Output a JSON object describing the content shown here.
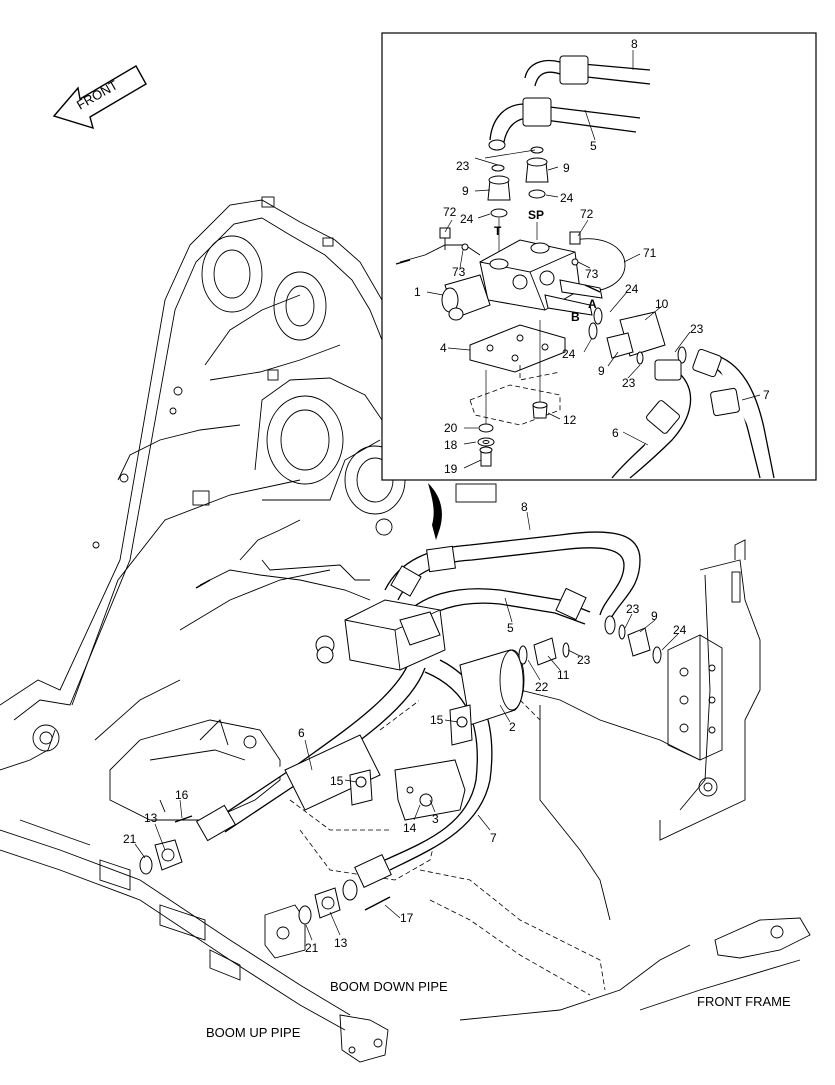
{
  "direction_arrow": {
    "label": "FRONT"
  },
  "callouts": {
    "inset": [
      {
        "id": "i8",
        "text": "8"
      },
      {
        "id": "i5",
        "text": "5"
      },
      {
        "id": "i23a",
        "text": "23"
      },
      {
        "id": "i9a",
        "text": "9"
      },
      {
        "id": "i9b",
        "text": "9"
      },
      {
        "id": "i24a",
        "text": "24"
      },
      {
        "id": "i24b",
        "text": "24"
      },
      {
        "id": "i72a",
        "text": "72"
      },
      {
        "id": "i72b",
        "text": "72"
      },
      {
        "id": "i71",
        "text": "71"
      },
      {
        "id": "i73a",
        "text": "73"
      },
      {
        "id": "i73b",
        "text": "73"
      },
      {
        "id": "i1",
        "text": "1"
      },
      {
        "id": "i24c",
        "text": "24"
      },
      {
        "id": "i10",
        "text": "10"
      },
      {
        "id": "i4",
        "text": "4"
      },
      {
        "id": "i23b",
        "text": "23"
      },
      {
        "id": "i24d",
        "text": "24"
      },
      {
        "id": "i9c",
        "text": "9"
      },
      {
        "id": "i23c",
        "text": "23"
      },
      {
        "id": "i7",
        "text": "7"
      },
      {
        "id": "i20",
        "text": "20"
      },
      {
        "id": "i12",
        "text": "12"
      },
      {
        "id": "i18",
        "text": "18"
      },
      {
        "id": "i6",
        "text": "6"
      },
      {
        "id": "i19",
        "text": "19"
      }
    ],
    "main": [
      {
        "id": "m8",
        "text": "8"
      },
      {
        "id": "m5",
        "text": "5"
      },
      {
        "id": "m23a",
        "text": "23"
      },
      {
        "id": "m9",
        "text": "9"
      },
      {
        "id": "m24",
        "text": "24"
      },
      {
        "id": "m23b",
        "text": "23"
      },
      {
        "id": "m22",
        "text": "22"
      },
      {
        "id": "m11",
        "text": "11"
      },
      {
        "id": "m15a",
        "text": "15"
      },
      {
        "id": "m2",
        "text": "2"
      },
      {
        "id": "m6",
        "text": "6"
      },
      {
        "id": "m15b",
        "text": "15"
      },
      {
        "id": "m16",
        "text": "16"
      },
      {
        "id": "m13a",
        "text": "13"
      },
      {
        "id": "m21a",
        "text": "21"
      },
      {
        "id": "m14",
        "text": "14"
      },
      {
        "id": "m3",
        "text": "3"
      },
      {
        "id": "m7",
        "text": "7"
      },
      {
        "id": "m17",
        "text": "17"
      },
      {
        "id": "m21b",
        "text": "21"
      },
      {
        "id": "m13b",
        "text": "13"
      }
    ]
  },
  "port_labels": {
    "T": "T",
    "SP": "SP",
    "A": "A",
    "B": "B"
  },
  "captions": {
    "boom_down_pipe": "BOOM DOWN PIPE",
    "boom_up_pipe": "BOOM UP PIPE",
    "front_frame": "FRONT FRAME"
  }
}
